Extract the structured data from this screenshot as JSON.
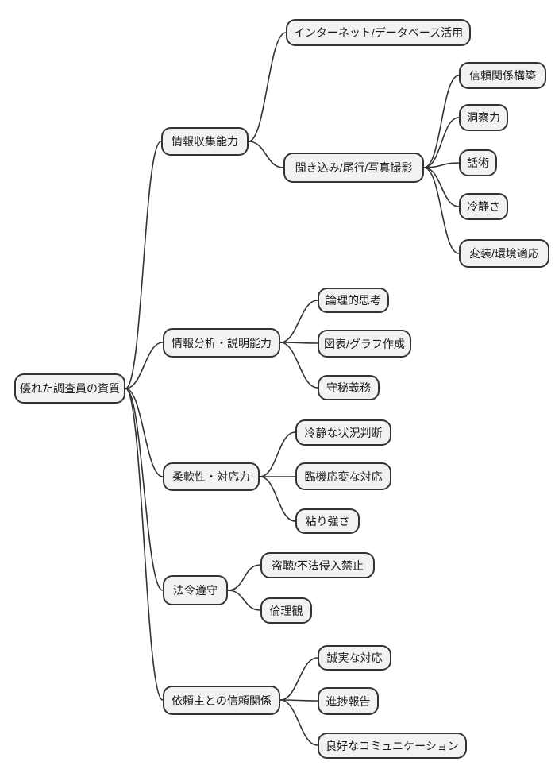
{
  "mindmap": {
    "type": "mindmap",
    "colors": {
      "background": "#ffffff",
      "node_fill": "#f2f2f2",
      "node_border": "#333333",
      "text": "#1a1a1a",
      "line": "#333333"
    },
    "root": {
      "label": "優れた調査員の資質"
    },
    "branches": [
      {
        "label": "情報収集能力",
        "children": [
          {
            "label": "インターネット/データベース活用"
          },
          {
            "label": "聞き込み/尾行/写真撮影",
            "children": [
              {
                "label": "信頼関係構築"
              },
              {
                "label": "洞察力"
              },
              {
                "label": "話術"
              },
              {
                "label": "冷静さ"
              },
              {
                "label": "変装/環境適応"
              }
            ]
          }
        ]
      },
      {
        "label": "情報分析・説明能力",
        "children": [
          {
            "label": "論理的思考"
          },
          {
            "label": "図表/グラフ作成"
          },
          {
            "label": "守秘義務"
          }
        ]
      },
      {
        "label": "柔軟性・対応力",
        "children": [
          {
            "label": "冷静な状況判断"
          },
          {
            "label": "臨機応変な対応"
          },
          {
            "label": "粘り強さ"
          }
        ]
      },
      {
        "label": "法令遵守",
        "children": [
          {
            "label": "盗聴/不法侵入禁止"
          },
          {
            "label": "倫理観"
          }
        ]
      },
      {
        "label": "依頼主との信頼関係",
        "children": [
          {
            "label": "誠実な対応"
          },
          {
            "label": "進捗報告"
          },
          {
            "label": "良好なコミュニケーション"
          }
        ]
      }
    ]
  }
}
